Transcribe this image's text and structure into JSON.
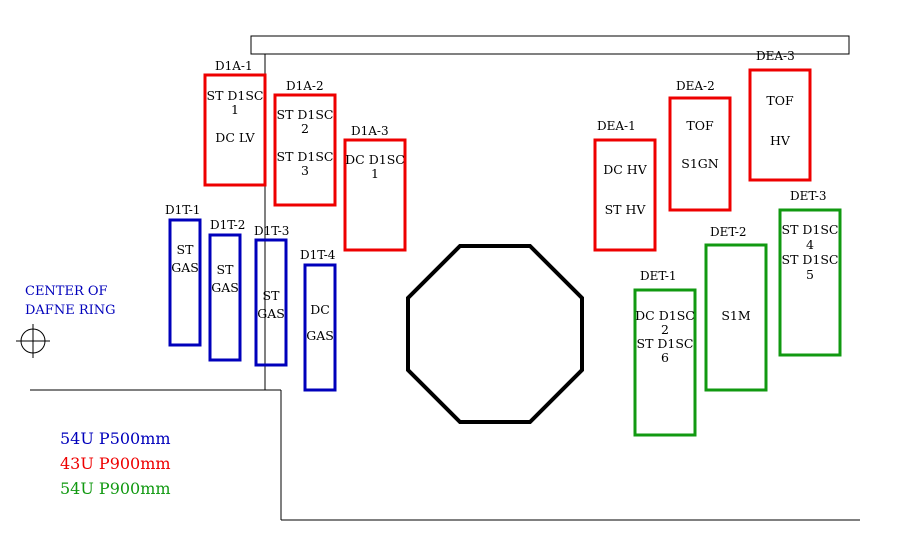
{
  "colors": {
    "red": "#ee0000",
    "blue": "#0000bb",
    "green": "#119911",
    "black": "#000000"
  },
  "center_label": [
    "CENTER OF",
    "DAFNE  RING"
  ],
  "legend": [
    {
      "text": "54U P500mm",
      "color": "#0000bb"
    },
    {
      "text": "43U P900mm",
      "color": "#ee0000"
    },
    {
      "text": "54U P900mm",
      "color": "#119911"
    }
  ],
  "racks": [
    {
      "id": "D1A-1",
      "color": "red",
      "lines": [
        "ST D1SC",
        "1",
        "",
        "DC LV"
      ]
    },
    {
      "id": "D1A-2",
      "color": "red",
      "lines": [
        "ST D1SC",
        "2",
        "",
        "ST D1SC",
        "3"
      ]
    },
    {
      "id": "D1A-3",
      "color": "red",
      "lines": [
        "DC D1SC",
        "1"
      ]
    },
    {
      "id": "DEA-1",
      "color": "red",
      "lines": [
        "DC HV",
        "",
        "ST HV"
      ]
    },
    {
      "id": "DEA-2",
      "color": "red",
      "lines": [
        "TOF",
        "",
        "S1GN"
      ]
    },
    {
      "id": "DEA-3",
      "color": "red",
      "lines": [
        "TOF",
        "",
        "HV"
      ]
    },
    {
      "id": "D1T-1",
      "color": "blue",
      "lines": [
        "ST",
        "GAS"
      ]
    },
    {
      "id": "D1T-2",
      "color": "blue",
      "lines": [
        "ST",
        "GAS"
      ]
    },
    {
      "id": "D1T-3",
      "color": "blue",
      "lines": [
        "ST",
        "GAS"
      ]
    },
    {
      "id": "D1T-4",
      "color": "blue",
      "lines": [
        "DC",
        "GAS"
      ]
    },
    {
      "id": "DET-1",
      "color": "green",
      "lines": [
        "DC D1SC",
        "2",
        "ST D1SC",
        "6"
      ]
    },
    {
      "id": "DET-2",
      "color": "green",
      "lines": [
        "S1M"
      ]
    },
    {
      "id": "DET-3",
      "color": "green",
      "lines": [
        "ST D1SC",
        "4",
        "ST D1SC",
        "5"
      ]
    }
  ]
}
